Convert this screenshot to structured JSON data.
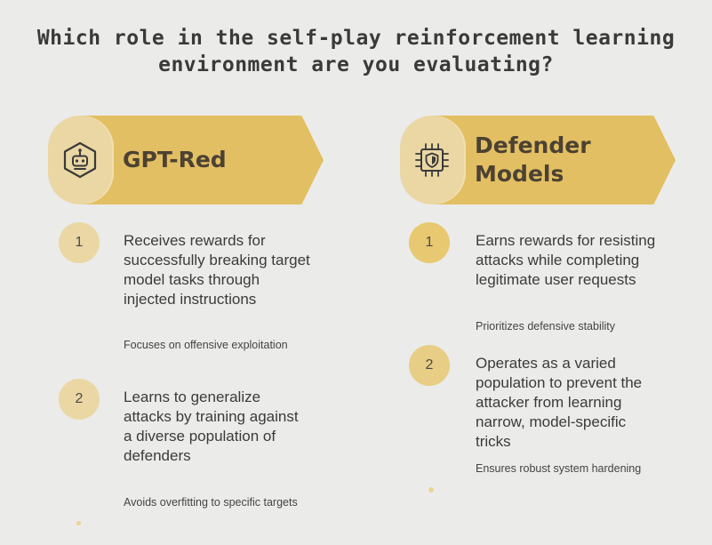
{
  "title": {
    "line1": "Which role in the self-play reinforcement learning",
    "line2": "environment are you evaluating?"
  },
  "left": {
    "heading": "GPT-Red",
    "icon": "robot-icon",
    "items": [
      {
        "number": "1",
        "text": "Receives rewards for successfully breaking target model tasks through injected instructions",
        "note": "Focuses on offensive exploitation"
      },
      {
        "number": "2",
        "text": "Learns to generalize attacks by training against a diverse population of defenders",
        "note": "Avoids overfitting to specific targets"
      }
    ]
  },
  "right": {
    "heading": "Defender\nModels",
    "icon": "shield-chip-icon",
    "items": [
      {
        "number": "1",
        "text": "Earns rewards for resisting attacks while completing legitimate user requests",
        "note": "Prioritizes defensive stability"
      },
      {
        "number": "2",
        "text": "Operates as a varied population to prevent the attacker from learning narrow, model-specific tricks",
        "note": "Ensures robust system hardening"
      }
    ]
  },
  "colors": {
    "background": "#ebebe9",
    "banner": "#e3bf63",
    "circle": "#ead7a3",
    "text": "#3b3b3b"
  }
}
